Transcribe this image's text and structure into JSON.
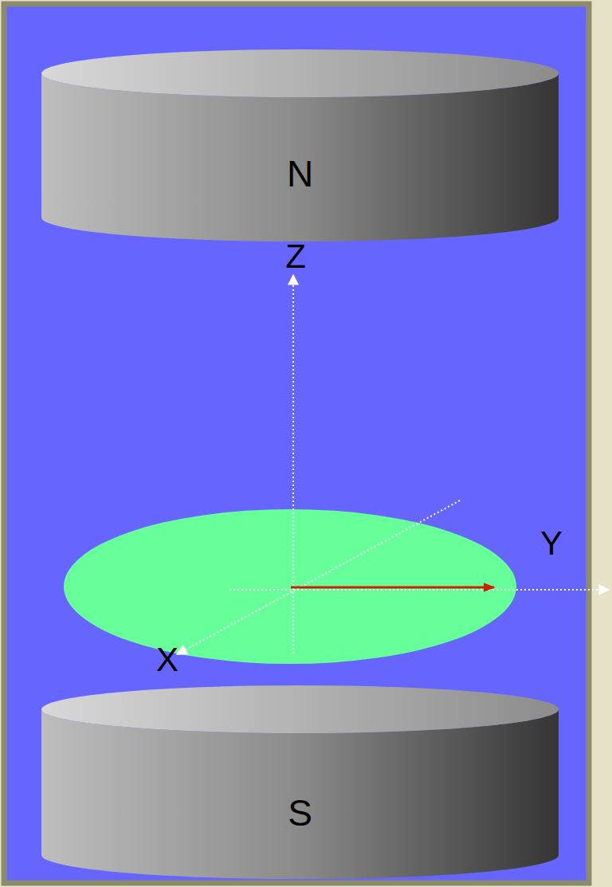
{
  "diagram": {
    "nodes": [
      {
        "text": [
          "N"
        ]
      },
      {
        "text": [
          "S"
        ]
      }
    ],
    "labels": [
      "Z",
      "Y",
      "X"
    ]
  }
}
